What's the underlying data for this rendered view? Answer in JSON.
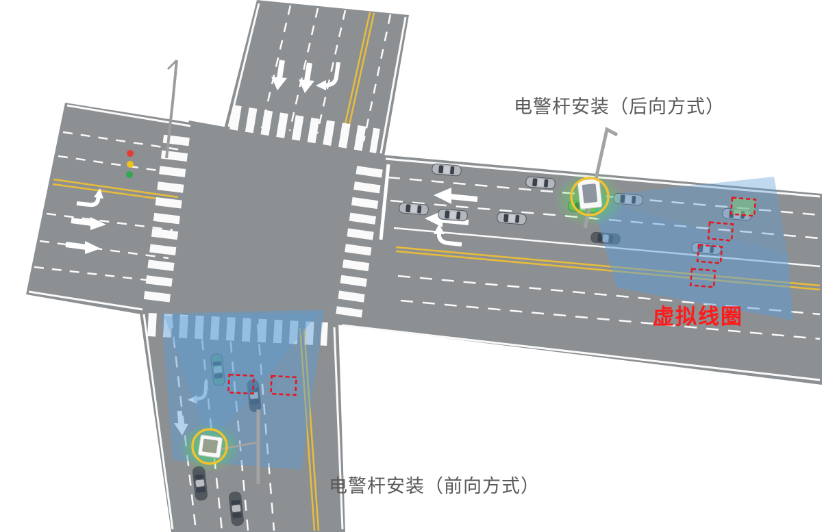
{
  "labels": {
    "rear_install": "电警杆安装（后向方式）",
    "virtual_loop": "虚拟线圈",
    "front_install": "电警杆安装（前向方式）"
  },
  "colors": {
    "road": "#8d9093",
    "lane_marking_white": "#fafafa",
    "lane_marking_yellow": "#e9bd3a",
    "detection_zone_blue": "#5b9bd5",
    "virtual_loop_red": "#e8141c",
    "occupied_loop_green": "#7cc47c",
    "camera_highlight_yellow": "#f2c230",
    "camera_glow_green": "#52e04a",
    "label_gray": "#595959",
    "label_red": "#fe1a1a",
    "traffic_light_red": "#e23d32",
    "traffic_light_yellow": "#f2c21a",
    "traffic_light_green": "#2fa84f"
  }
}
